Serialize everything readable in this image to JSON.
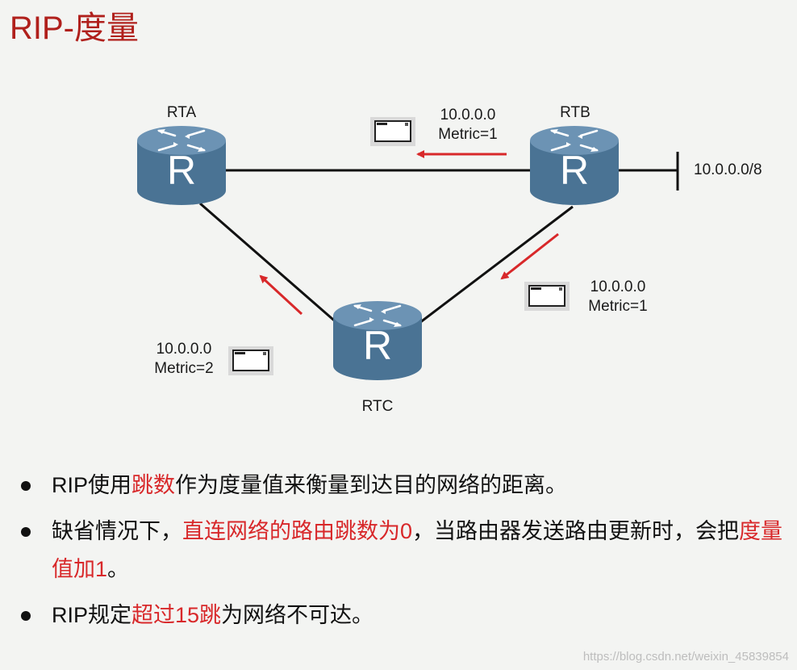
{
  "title": "RIP-度量",
  "routers": {
    "rta": {
      "name": "RTA"
    },
    "rtb": {
      "name": "RTB"
    },
    "rtc": {
      "name": "RTC"
    }
  },
  "network_label": "10.0.0.0/8",
  "updates": {
    "rtb_to_rta": {
      "network": "10.0.0.0",
      "metric": "Metric=1"
    },
    "rtb_to_rtc": {
      "network": "10.0.0.0",
      "metric": "Metric=1"
    },
    "rtc_to_rta": {
      "network": "10.0.0.0",
      "metric": "Metric=2"
    }
  },
  "bullets": [
    {
      "parts": [
        "RIP使用",
        "跳数",
        "作为度量值来衡量到达目的网络的距离。"
      ]
    },
    {
      "parts": [
        "缺省情况下，",
        "直连网络的路由跳数为0",
        "，当路由器发送路由更新时，会把",
        "度量值加1",
        "。"
      ]
    },
    {
      "parts": [
        "RIP规定",
        "超过15跳",
        "为网络不可达。"
      ]
    }
  ],
  "watermark": "https://blog.csdn.net/weixin_45839854",
  "colors": {
    "accent": "#d8282a",
    "title": "#b0201c",
    "router": "#4a7394"
  }
}
